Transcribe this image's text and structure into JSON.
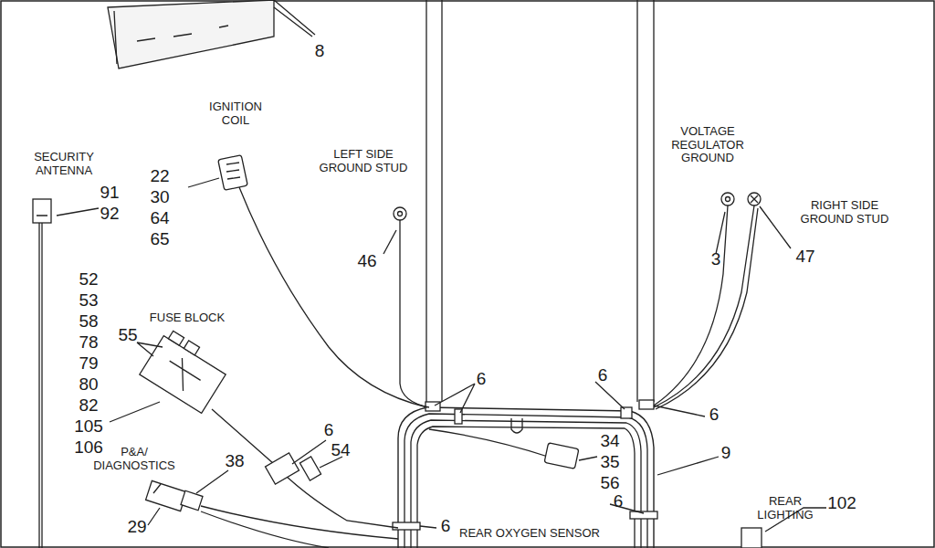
{
  "diagram": {
    "labels": [
      "8",
      "IGNITION COIL",
      "22",
      "30",
      "64",
      "65",
      "LEFT SIDE GROUND STUD",
      "46",
      "VOLTAGE REGULATOR GROUND",
      "3",
      "RIGHT SIDE GROUND STUD",
      "47",
      "SECURITY ANTENNA",
      "91",
      "92",
      "52",
      "53",
      "58",
      "78",
      "79",
      "80",
      "82",
      "105",
      "106",
      "FUSE BLOCK",
      "55",
      "6",
      "6",
      "6",
      "6",
      "6",
      "6",
      "54",
      "P&A/ DIAGNOSTICS",
      "38",
      "29",
      "34",
      "35",
      "56",
      "9",
      "REAR OXYGEN SENSOR",
      "REAR LIGHTING",
      "102"
    ]
  }
}
